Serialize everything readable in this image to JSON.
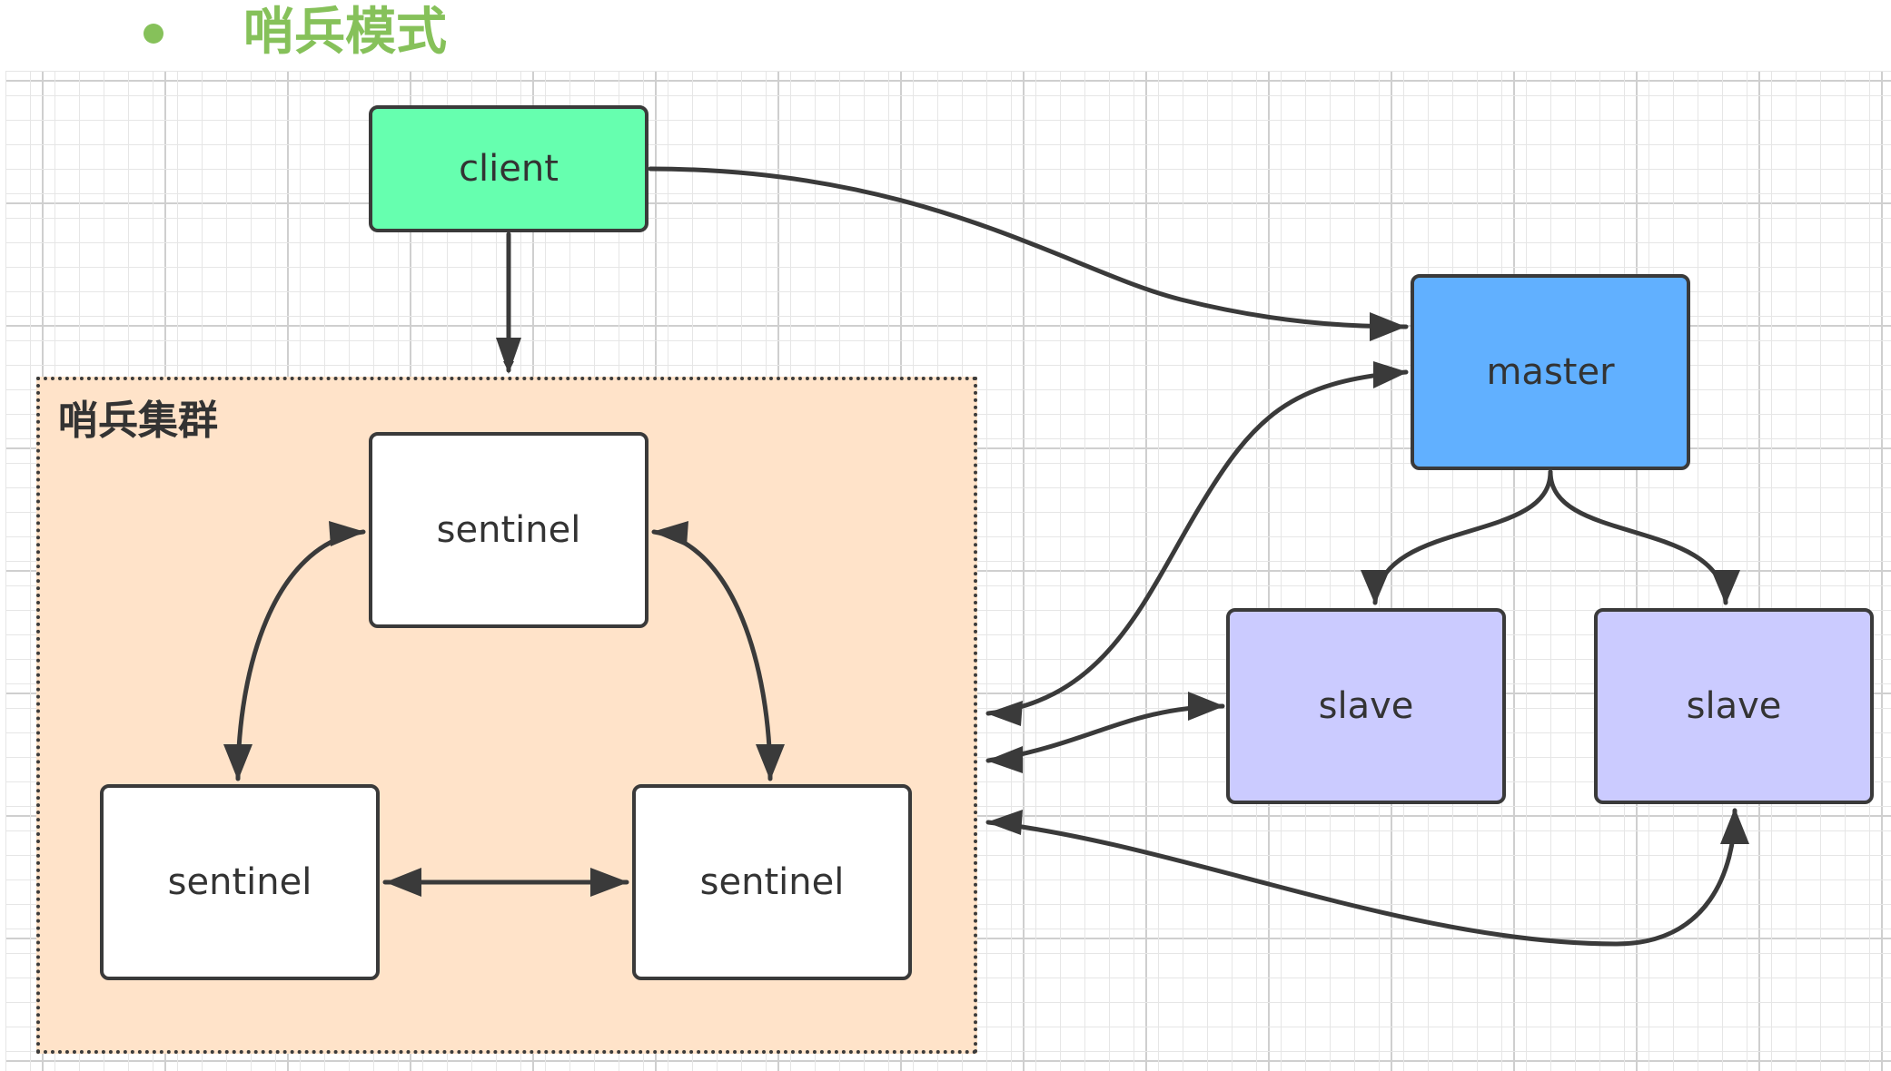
{
  "header": {
    "title": "哨兵模式"
  },
  "diagram": {
    "cluster_label": "哨兵集群",
    "nodes": {
      "client": "client",
      "master": "master",
      "slave_1": "slave",
      "slave_2": "slave",
      "sentinel_top": "sentinel",
      "sentinel_left": "sentinel",
      "sentinel_right": "sentinel"
    },
    "colors": {
      "title": "#86c15a",
      "client": "#66ffaf",
      "master": "#61b0ff",
      "slave": "#cbcbff",
      "sentinel": "#ffffff",
      "cluster": "#ffe3c9",
      "stroke": "#3a3a3a"
    }
  }
}
